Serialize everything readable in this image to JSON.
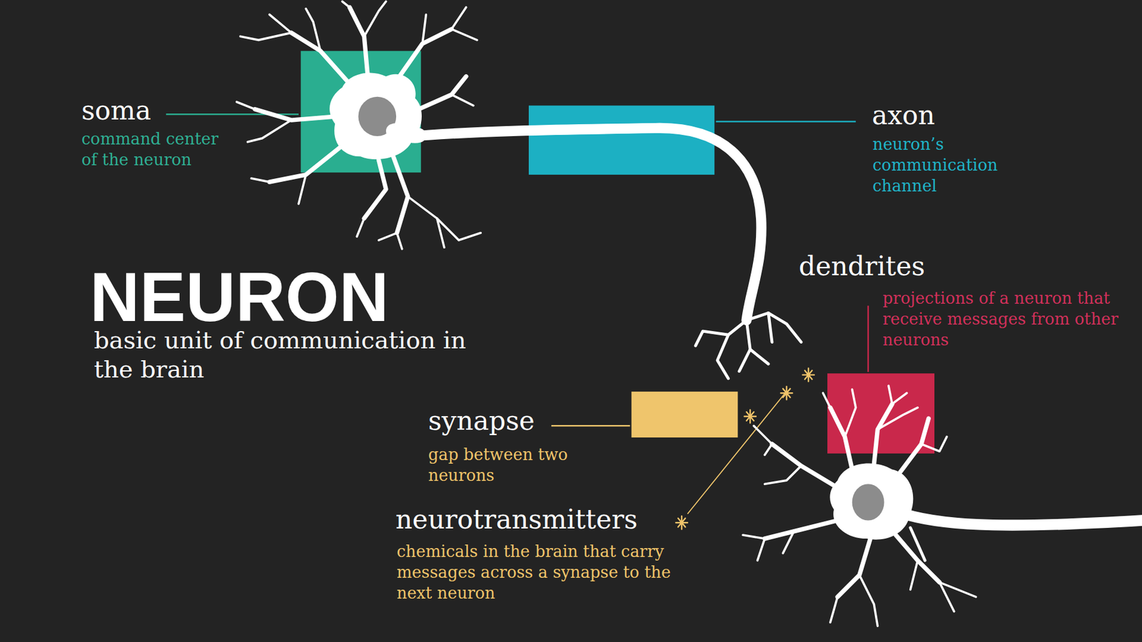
{
  "diagram": {
    "title": "NEURON",
    "caption": "basic unit of communication in the brain",
    "labels": [
      "soma",
      "command center of the neuron",
      "axon",
      "neuron’s communication channel",
      "dendrites",
      "projections of a neuron that receive messages from other neurons",
      "synapse",
      "gap between two neurons",
      "neurotransmitters",
      "chemicals in the brain that carry messages across a synapse to the next neuron"
    ]
  }
}
